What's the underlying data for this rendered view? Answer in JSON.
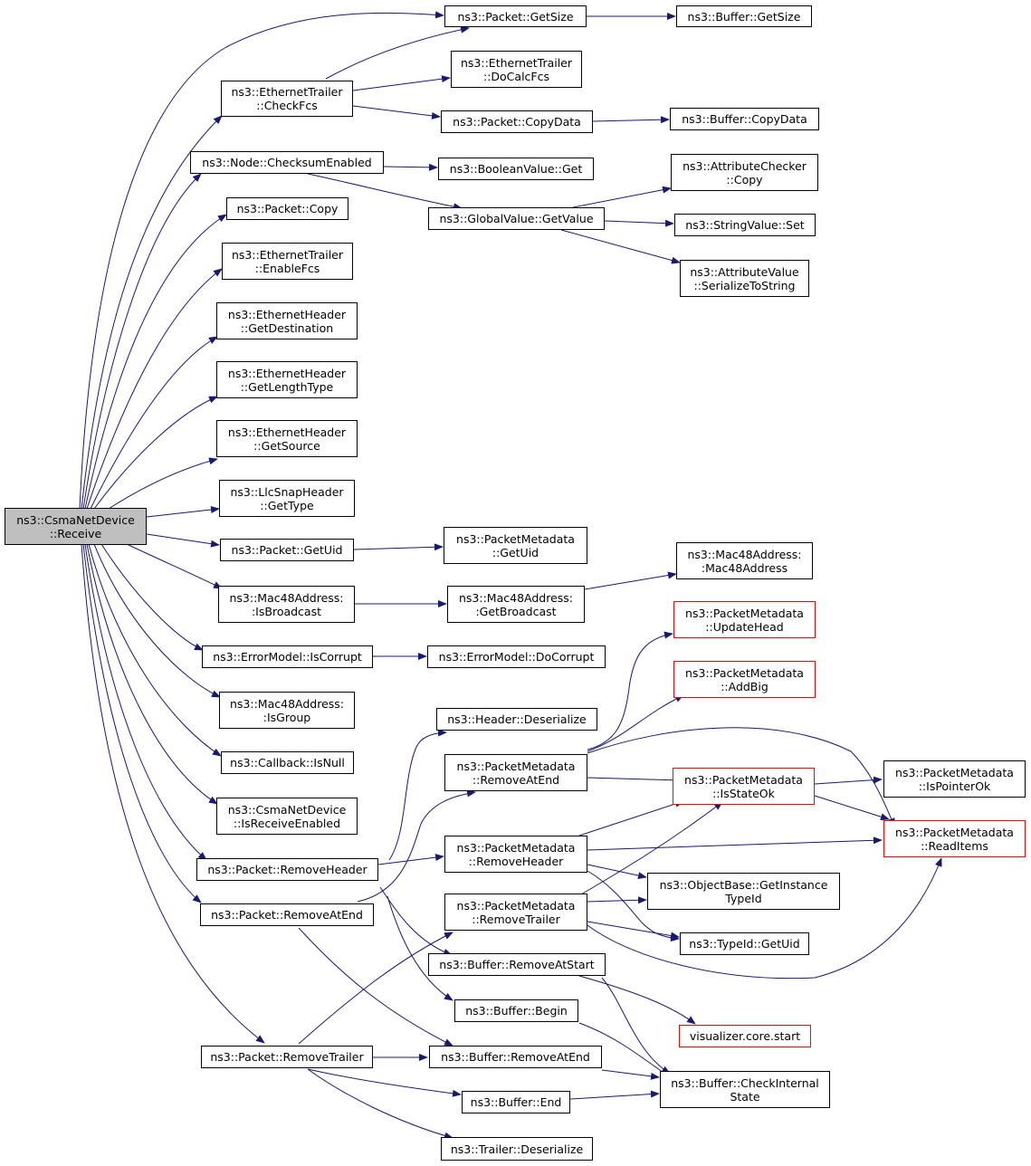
{
  "colors": {
    "edge": "#191970",
    "node_border": "#000000",
    "highlight_border": "#ff0000",
    "root_fill": "#bfbfbf"
  },
  "nodes": {
    "root": "ns3::CsmaNetDevice\n::Receive",
    "pkt_getsize": "ns3::Packet::GetSize",
    "buf_getsize": "ns3::Buffer::GetSize",
    "eth_trailer_checkfcs": "ns3::EthernetTrailer\n::CheckFcs",
    "eth_trailer_docalcfcs": "ns3::EthernetTrailer\n::DoCalcFcs",
    "pkt_copydata": "ns3::Packet::CopyData",
    "buf_copydata": "ns3::Buffer::CopyData",
    "node_checksumenabled": "ns3::Node::ChecksumEnabled",
    "booleanvalue_get": "ns3::BooleanValue::Get",
    "attrchecker_copy": "ns3::AttributeChecker\n::Copy",
    "pkt_copy": "ns3::Packet::Copy",
    "globalvalue_getvalue": "ns3::GlobalValue::GetValue",
    "stringvalue_set": "ns3::StringValue::Set",
    "eth_trailer_enablefcs": "ns3::EthernetTrailer\n::EnableFcs",
    "attrvalue_serialize": "ns3::AttributeValue\n::SerializeToString",
    "eth_header_getdest": "ns3::EthernetHeader\n::GetDestination",
    "eth_header_getlentype": "ns3::EthernetHeader\n::GetLengthType",
    "eth_header_getsource": "ns3::EthernetHeader\n::GetSource",
    "llcsnap_gettype": "ns3::LlcSnapHeader\n::GetType",
    "pkt_getuid": "ns3::Packet::GetUid",
    "pktmeta_getuid": "ns3::PacketMetadata\n::GetUid",
    "mac48_ctor": "ns3::Mac48Address:\n:Mac48Address",
    "mac48_isbroadcast": "ns3::Mac48Address:\n:IsBroadcast",
    "mac48_getbroadcast": "ns3::Mac48Address:\n:GetBroadcast",
    "pktmeta_updatehead": "ns3::PacketMetadata\n::UpdateHead",
    "errmodel_iscorrupt": "ns3::ErrorModel::IsCorrupt",
    "errmodel_docorrupt": "ns3::ErrorModel::DoCorrupt",
    "pktmeta_addbig": "ns3::PacketMetadata\n::AddBig",
    "mac48_isgroup": "ns3::Mac48Address:\n:IsGroup",
    "header_deserialize": "ns3::Header::Deserialize",
    "pktmeta_removeatend": "ns3::PacketMetadata\n::RemoveAtEnd",
    "callback_isnull": "ns3::Callback::IsNull",
    "pktmeta_isstateok": "ns3::PacketMetadata\n::IsStateOk",
    "pktmeta_ispointerok": "ns3::PacketMetadata\n::IsPointerOk",
    "csma_isreceiveenabled": "ns3::CsmaNetDevice\n::IsReceiveEnabled",
    "pktmeta_readitems": "ns3::PacketMetadata\n::ReadItems",
    "pkt_removeheader": "ns3::Packet::RemoveHeader",
    "pktmeta_removeheader": "ns3::PacketMetadata\n::RemoveHeader",
    "objectbase_gettypeid": "ns3::ObjectBase::GetInstance\nTypeId",
    "pkt_removeatend": "ns3::Packet::RemoveAtEnd",
    "pktmeta_removetrailer": "ns3::PacketMetadata\n::RemoveTrailer",
    "typeid_getuid": "ns3::TypeId::GetUid",
    "buf_removeatstart": "ns3::Buffer::RemoveAtStart",
    "buf_begin": "ns3::Buffer::Begin",
    "visualizer_start": "visualizer.core.start",
    "pkt_removetrailer": "ns3::Packet::RemoveTrailer",
    "buf_removeatend": "ns3::Buffer::RemoveAtEnd",
    "buf_checkinternalstate": "ns3::Buffer::CheckInternal\nState",
    "buf_end": "ns3::Buffer::End",
    "trailer_deserialize": "ns3::Trailer::Deserialize"
  }
}
